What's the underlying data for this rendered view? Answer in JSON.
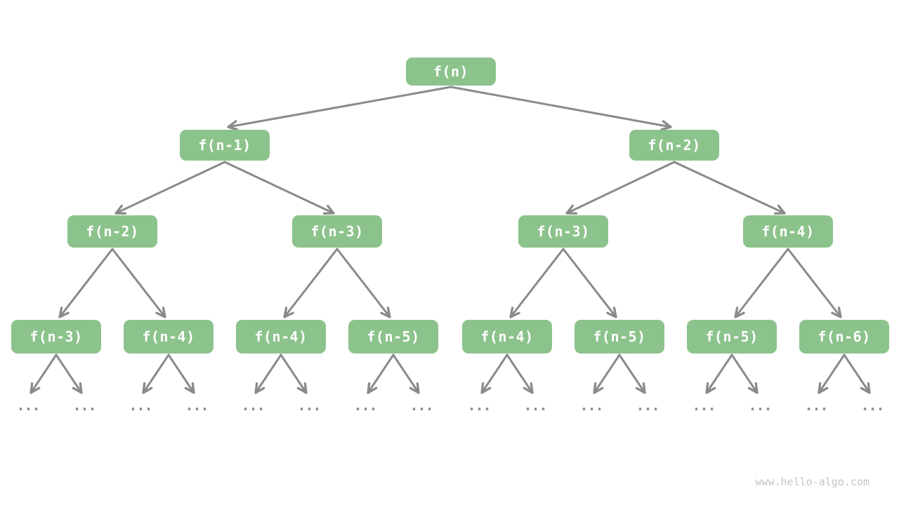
{
  "colors": {
    "background": "#FFFFFF",
    "node_fill": "#8CC38C",
    "node_text": "#FFFFFF",
    "arrow": "#8A8A8A",
    "ellipsis": "#8A8A8A",
    "watermark": "#C4C4C4"
  },
  "diagram": {
    "type": "recursion-tree",
    "levels": [
      [
        "f(n)"
      ],
      [
        "f(n-1)",
        "f(n-2)"
      ],
      [
        "f(n-2)",
        "f(n-3)",
        "f(n-3)",
        "f(n-4)"
      ],
      [
        "f(n-3)",
        "f(n-4)",
        "f(n-4)",
        "f(n-5)",
        "f(n-4)",
        "f(n-5)",
        "f(n-5)",
        "f(n-6)"
      ]
    ],
    "ellipsis": "...",
    "ellipsis_count": 16,
    "watermark": "www.hello-algo.com"
  }
}
